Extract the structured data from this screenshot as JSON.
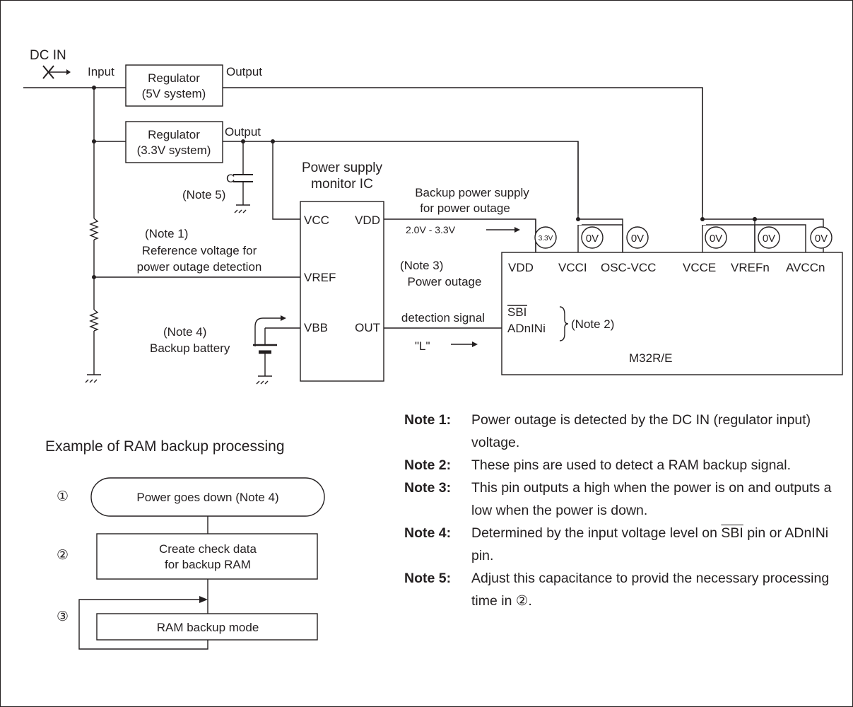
{
  "diagram": {
    "dc_in": "DC IN",
    "input_label": "Input",
    "output_label": "Output",
    "reg5": {
      "line1": "Regulator",
      "line2": "(5V system)"
    },
    "reg33": {
      "line1": "Regulator",
      "line2": "(3.3V system)"
    },
    "cap": {
      "label": "C",
      "note": "(Note 5)"
    },
    "monitor": {
      "title1": "Power supply",
      "title2": "monitor IC",
      "vcc": "VCC",
      "vdd": "VDD",
      "vref": "VREF",
      "vbb": "VBB",
      "out": "OUT"
    },
    "backup_supply": {
      "line1": "Backup power supply",
      "line2": "for power outage",
      "range": "2.0V - 3.3V"
    },
    "note1_ref": "(Note 1)",
    "ref_voltage": {
      "line1": "Reference voltage for",
      "line2": "power outage detection"
    },
    "note4_ref": "(Note 4)",
    "battery": "Backup battery",
    "note3_ref": "(Note 3)",
    "detect_signal": {
      "line1": "Power outage",
      "line2": "detection signal",
      "level": "\"L\""
    },
    "mcu": {
      "name": "M32R/E",
      "pins": [
        "VDD",
        "VCCI",
        "OSC-VCC",
        "VCCE",
        "VREFn",
        "AVCCn"
      ],
      "voltages": [
        "3.3V",
        "0V",
        "0V",
        "0V",
        "0V",
        "0V"
      ],
      "sbi": "SBI",
      "adnini": "ADnINi",
      "note2_ref": "(Note 2)"
    }
  },
  "flow": {
    "title": "Example of RAM backup processing",
    "steps": [
      {
        "num": "①",
        "text": "Power goes down (Note 4)"
      },
      {
        "num": "②",
        "text1": "Create check data",
        "text2": "for backup RAM"
      },
      {
        "num": "③",
        "text": "RAM backup mode"
      }
    ]
  },
  "notes": [
    {
      "label": "Note 1:",
      "text": "Power outage is detected by the DC IN (regulator input) voltage."
    },
    {
      "label": "Note 2:",
      "text": "These pins are used to detect a RAM backup signal."
    },
    {
      "label": "Note 3:",
      "text": "This pin outputs a high when the power is on and outputs a low when the power is down."
    },
    {
      "label": "Note 4:",
      "text_before": "Determined by the input voltage level on ",
      "sbi": "SBI",
      "text_after": " pin or ADnINi pin."
    },
    {
      "label": "Note 5:",
      "text": "Adjust this capacitance to provid the necessary processing time in ②."
    }
  ]
}
